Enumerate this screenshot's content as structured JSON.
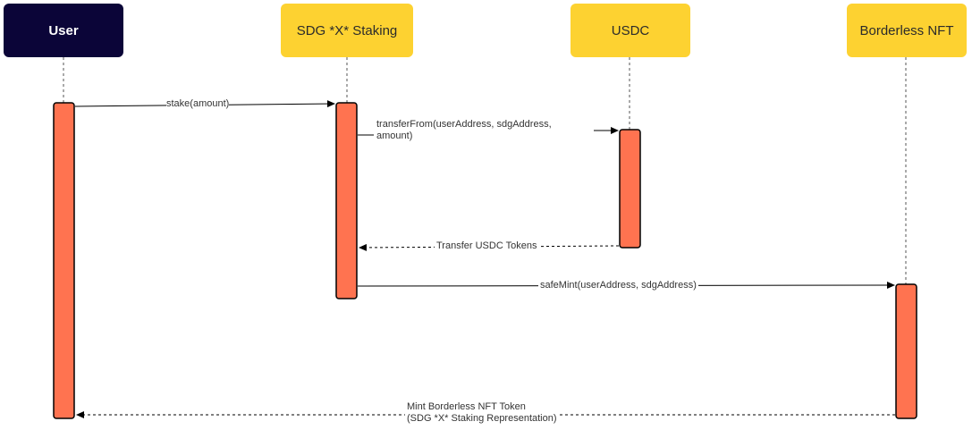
{
  "actors": {
    "user": "User",
    "staking": "SDG *X* Staking",
    "usdc": "USDC",
    "nft": "Borderless NFT"
  },
  "messages": {
    "stake": "stake(amount)",
    "transfer_from_line1": "transferFrom(userAddress, sdgAddress,",
    "transfer_from_line2": "amount)",
    "transfer_usdc": "Transfer USDC Tokens",
    "safe_mint": "safeMint(userAddress, sdgAddress)",
    "mint_return_line1": "Mint Borderless NFT Token",
    "mint_return_line2": "(SDG *X* Staking Representation)"
  },
  "colors": {
    "actor_dark": "#0b0538",
    "actor_yellow": "#fdd231",
    "activation": "#ff7350"
  }
}
